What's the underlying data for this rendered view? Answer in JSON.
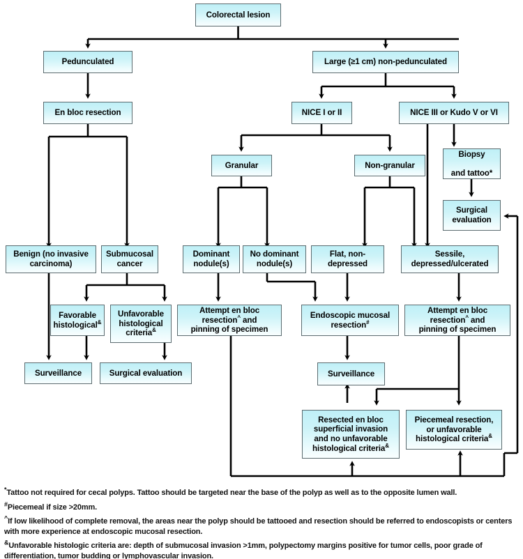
{
  "diagram": {
    "title": "Colorectal lesion management algorithm",
    "type": "flowchart",
    "colors": {
      "box_fill_top": "#bff0f7",
      "box_fill_bottom": "#f9feff",
      "box_border": "#5a6a6e",
      "edge": "#000000",
      "text": "#000000",
      "background": "#ffffff"
    },
    "nodes": {
      "colorectal_lesion": "Colorectal lesion",
      "pedunculated": "Pedunculated",
      "large_non_pedunculated": "Large (≥1 cm) non-pedunculated",
      "en_bloc_resection": "En bloc resection",
      "nice_1_2": "NICE I or II",
      "nice_3_kudo": "NICE III or Kudo V or VI",
      "granular": "Granular",
      "non_granular": "Non-granular",
      "biopsy_tattoo": "Biopsy and tattoo*",
      "biopsy_tattoo_line1": "Biopsy",
      "biopsy_tattoo_line2": "and tattoo*",
      "surgical_evaluation_right": "Surgical evaluation",
      "benign": "Benign (no invasive carcinoma)",
      "submucosal_cancer": "Submucosal cancer",
      "dominant_nodules": "Dominant nodule(s)",
      "no_dominant_nodules": "No dominant nodule(s)",
      "flat_non_depressed": "Flat, non-depressed",
      "sessile_depressed": "Sessile, depressed/ulcerated",
      "favorable_histological": "Favorable histological&",
      "unfavorable_histological": "Unfavorable histological criteria&",
      "attempt_en_bloc_left": "Attempt en bloc resection^ and pinning of specimen",
      "endoscopic_mucosal_resection": "Endoscopic mucosal resection#",
      "attempt_en_bloc_right": "Attempt en bloc resection^ and pinning of specimen",
      "surveillance_left": "Surveillance",
      "surgical_evaluation_left": "Surgical evaluation",
      "surveillance_mid": "Surveillance",
      "resected_en_bloc": "Resected en bloc superficial invasion and no unfavorable histological criteria&",
      "piecemeal_resection": "Piecemeal resection, or unfavorable histological criteria&"
    },
    "footnotes": [
      {
        "symbol": "*",
        "text": "Tattoo not required for cecal polyps. Tattoo should be targeted near the base of the polyp as well as to the opposite lumen wall."
      },
      {
        "symbol": "#",
        "text": "Piecemeal if size >20mm."
      },
      {
        "symbol": "^",
        "text": "If low likelihood of complete removal, the areas near the polyp should be tattooed and resection should be referred to endoscopists or centers with more experience at endoscopic mucosal resection."
      },
      {
        "symbol": "&",
        "text": "Unfavorable histologic criteria are: depth of submucosal invasion >1mm, polypectomy margins positive for tumor cells, poor grade of differentiation, tumor budding or lymphovascular invasion."
      }
    ]
  }
}
